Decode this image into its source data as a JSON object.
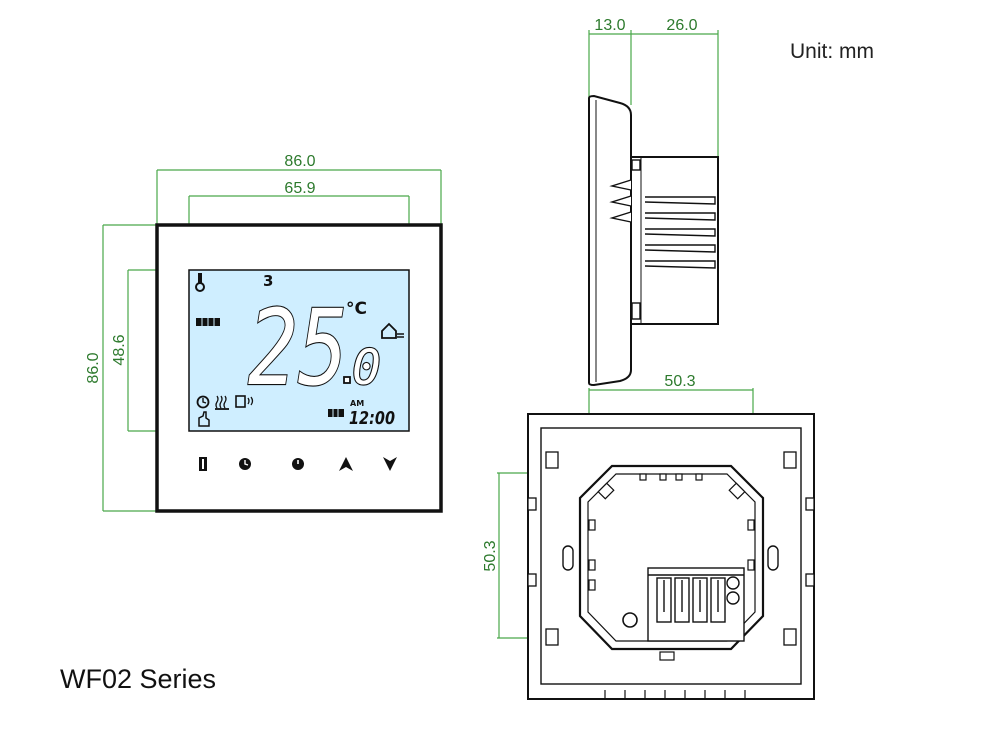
{
  "unit_label": "Unit: mm",
  "series_label": "WF02 Series",
  "front_view": {
    "width_dim": "86.0",
    "lcd_width_dim": "65.9",
    "height_dim": "86.0",
    "lcd_height_dim": "48.6",
    "lcd": {
      "mode_digit": "3",
      "temp_main": "25",
      "temp_decimal": "0",
      "temp_unit": "°C",
      "am_label": "AM",
      "clock": "12:00"
    }
  },
  "side_view": {
    "depth_front_dim": "13.0",
    "depth_back_dim": "26.0"
  },
  "back_view": {
    "width_dim": "50.3",
    "height_dim": "50.3"
  },
  "colors": {
    "dimension": "#4aa84a",
    "outline": "#111111",
    "lcd_background": "#cfeeff"
  }
}
